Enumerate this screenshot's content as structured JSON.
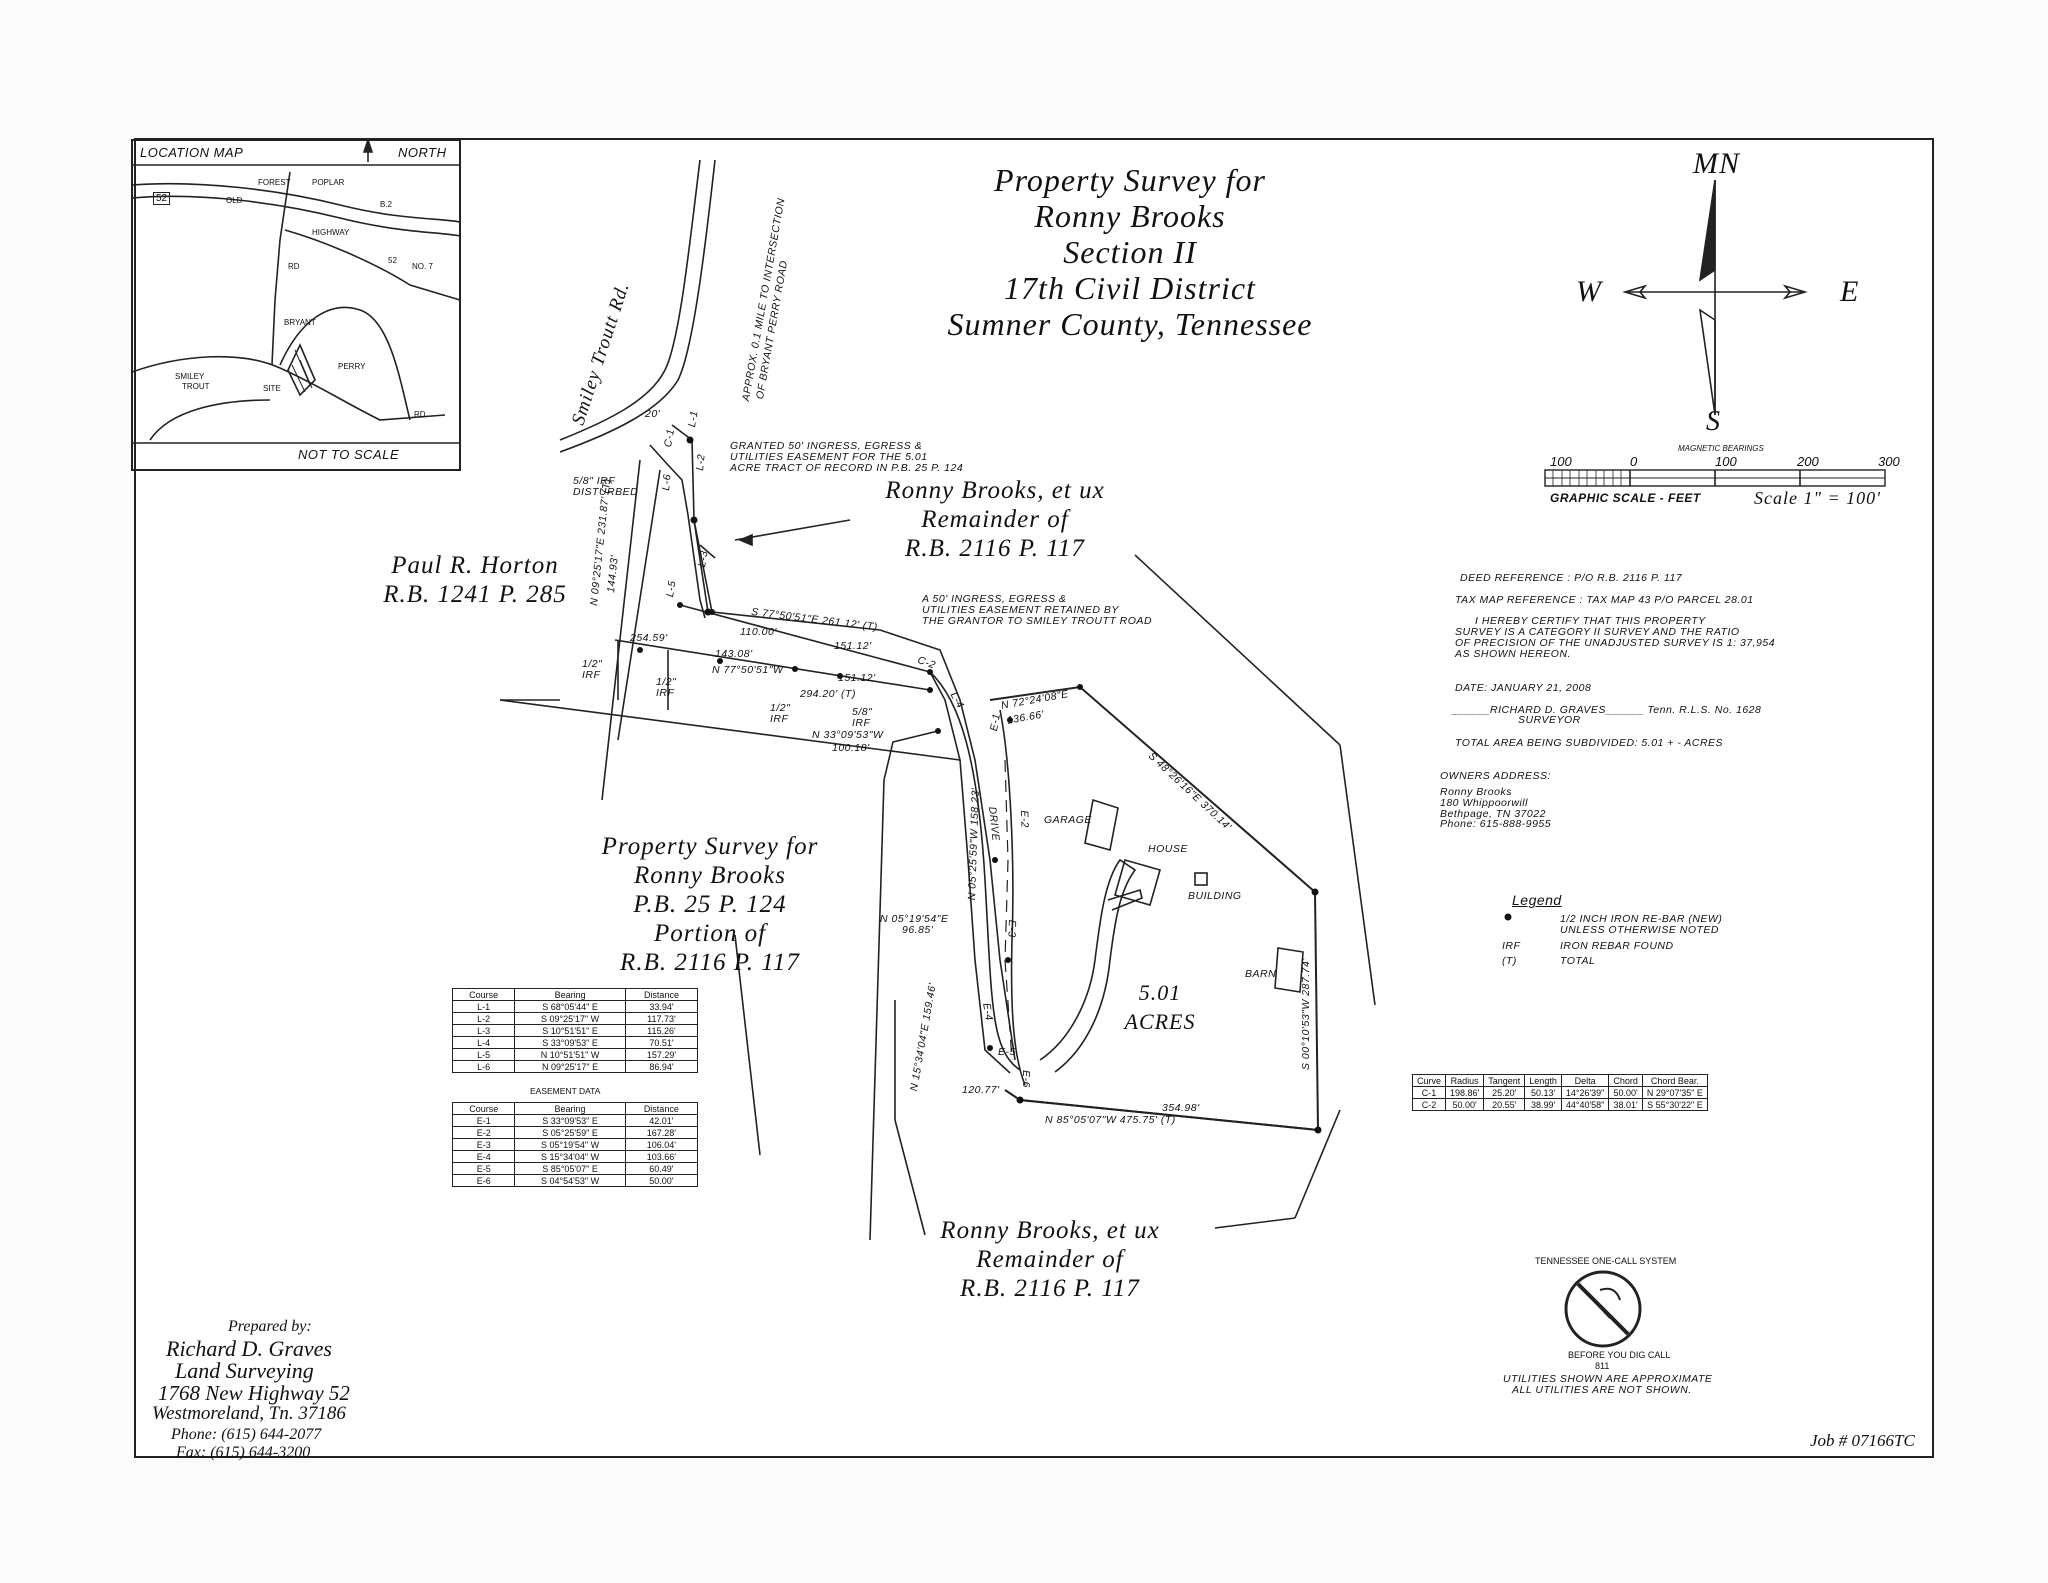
{
  "title": {
    "line1": "Property Survey for",
    "line2": "Ronny Brooks",
    "line3": "Section II",
    "line4": "17th Civil District",
    "line5": "Sumner County, Tennessee"
  },
  "location_map": {
    "heading": "LOCATION MAP",
    "north": "NORTH",
    "not_to_scale": "NOT TO SCALE",
    "labels": {
      "route": "52",
      "old": "OLD",
      "hwy": "HIGHWAY",
      "hwy_no": "52",
      "no7": "NO. 7",
      "b2": "B.2",
      "bryant": "BRYANT",
      "smiley": "SMILEY",
      "trout": "TROUT",
      "site": "SITE",
      "perry": "PERRY",
      "forest": "FOREST",
      "poplar": "POPLAR",
      "rd1": "RD",
      "rd2": "RD"
    }
  },
  "compass": {
    "mn": "MN",
    "w": "W",
    "e": "E",
    "s": "S",
    "magnetic": "MAGNETIC BEARINGS"
  },
  "scale": {
    "ticks": [
      "100",
      "0",
      "100",
      "200",
      "300"
    ],
    "graphic": "GRAPHIC SCALE - FEET",
    "ratio": "Scale 1\" = 100'"
  },
  "notes": {
    "deed_ref": "DEED REFERENCE :  P/O R.B. 2116 P. 117",
    "tax_map": "TAX MAP REFERENCE :  TAX MAP 43  P/O PARCEL 28.01",
    "certify1": "I HEREBY CERTIFY THAT THIS PROPERTY",
    "certify2": "SURVEY IS A CATEGORY  II  SURVEY AND THE RATIO",
    "certify3": "OF PRECISION OF THE UNADJUSTED SURVEY IS 1: 37,954",
    "certify4": "AS SHOWN HEREON.",
    "date": "DATE: JANUARY 21, 2008",
    "surveyor_line": "______RICHARD D. GRAVES______  Tenn. R.L.S. No. 1628",
    "surveyor_title": "SURVEYOR",
    "total_area": "TOTAL AREA BEING SUBDIVIDED:  5.01 + - ACRES",
    "owners_heading": "OWNERS ADDRESS:",
    "owner1": "Ronny Brooks",
    "owner2": "180 Whippoorwill",
    "owner3": "Bethpage, TN 37022",
    "owner4": "Phone: 615-888-9955"
  },
  "legend": {
    "heading": "Legend",
    "dot1": "1/2 INCH IRON RE-BAR (NEW)",
    "dot2": "UNLESS OTHERWISE NOTED",
    "irf_key": "IRF",
    "irf_val": "IRON REBAR FOUND",
    "t_key": "(T)",
    "t_val": "TOTAL"
  },
  "curve_table": {
    "headers": [
      "Curve",
      "Radius",
      "Tangent",
      "Length",
      "Delta",
      "Chord",
      "Chord Bear."
    ],
    "rows": [
      [
        "C-1",
        "198.86'",
        "25.20'",
        "50.13'",
        "14°26'39\"",
        "50.00'",
        "N 29°07'35\" E"
      ],
      [
        "C-2",
        "50.00'",
        "20.55'",
        "38.99'",
        "44°40'58\"",
        "38.01'",
        "S 55°30'22\" E"
      ]
    ]
  },
  "line_table": {
    "headers": [
      "Course",
      "Bearing",
      "Distance"
    ],
    "rows": [
      [
        "L-1",
        "S 68°05'44\" E",
        "33.94'"
      ],
      [
        "L-2",
        "S 09°25'17\" W",
        "117.73'"
      ],
      [
        "L-3",
        "S 10°51'51\" E",
        "115.26'"
      ],
      [
        "L-4",
        "S 33°09'53\" E",
        "70.51'"
      ],
      [
        "L-5",
        "N 10°51'51\" W",
        "157.29'"
      ],
      [
        "L-6",
        "N 09°25'17\" E",
        "86.94'"
      ]
    ]
  },
  "easement_table": {
    "caption": "EASEMENT DATA",
    "headers": [
      "Course",
      "Bearing",
      "Distance"
    ],
    "rows": [
      [
        "E-1",
        "S 33°09'53\" E",
        "42.01'"
      ],
      [
        "E-2",
        "S 05°25'59\" E",
        "167.28'"
      ],
      [
        "E-3",
        "S 05°19'54\" W",
        "106.04'"
      ],
      [
        "E-4",
        "S 15°34'04\" W",
        "103.66'"
      ],
      [
        "E-5",
        "S 85°05'07\" E",
        "60.49'"
      ],
      [
        "E-6",
        "S 04°54'53\" W",
        "50.00'"
      ]
    ]
  },
  "map_labels": {
    "road": "Smiley Troutt Rd.",
    "approx1": "APPROX. 0.1 MILE TO INTERSECTION",
    "approx2": "OF BRYANT PERRY ROAD",
    "granted1": "GRANTED 50' INGRESS, EGRESS &",
    "granted2": "UTILITIES EASEMENT FOR THE 5.01",
    "granted3": "ACRE TRACT OF RECORD IN P.B. 25 P. 124",
    "retained1": "A 50' INGRESS, EGRESS &",
    "retained2": "UTILITIES EASEMENT RETAINED BY",
    "retained3": "THE GRANTOR TO SMILEY TROUTT ROAD",
    "rb_top1": "Ronny Brooks, et ux",
    "rb_top2": "Remainder of",
    "rb_top3": "R.B. 2116 P. 117",
    "horton1": "Paul R. Horton",
    "horton2": "R.B. 1241 P. 285",
    "ps1": "Property Survey for",
    "ps2": "Ronny Brooks",
    "ps3": "P.B. 25 P. 124",
    "ps4": "Portion of",
    "ps5": "R.B. 2116 P. 117",
    "rb_bot1": "Ronny Brooks, et ux",
    "rb_bot2": "Remainder of",
    "rb_bot3": "R.B. 2116 P. 117",
    "acres1": "5.01",
    "acres2": "ACRES",
    "garage": "GARAGE",
    "house": "HOUSE",
    "building": "BUILDING",
    "barn": "BARN",
    "drive": "DRIVE",
    "irf_dist1": "5/8\" IRF",
    "irf_dist2": "DISTURBED",
    "irf_a": "1/2\"",
    "irf_a2": "IRF",
    "irf_b": "1/2\"",
    "irf_b2": "IRF",
    "irf_c": "1/2\"",
    "irf_c2": "IRF",
    "irf_d": "5/8\"",
    "irf_d2": "IRF",
    "b_s77": "S 77°50'51\"E  261.12' (T)",
    "b_11000": "110.00'",
    "b_15112a": "151.12'",
    "b_14308": "143.08'",
    "b_15112b": "151.12'",
    "b_n77": "N 77°50'51\"W",
    "b_29420": "294.20' (T)",
    "b_25459": "254.59'",
    "b_n09": "N 09°25'17\"E 231.87' (T)",
    "b_14493": "144.93'",
    "b_n33": "N 33°09'53\"W",
    "b_10018": "100.18'",
    "b_n72": "N 72°24'08\"E",
    "b_13666": "136.66'",
    "b_s48": "S 48°26'16\"E 370.14'",
    "b_n05": "N 05°25'59\"W 158.23'",
    "b_n0519": "N 05°19'54\"E",
    "b_9685": "96.85'",
    "b_n15": "N 15°34'04\"E 159.46'",
    "b_12077": "120.77'",
    "b_35498": "354.98'",
    "b_n85": "N 85°05'07\"W 475.75' (T)",
    "b_s00": "S 00°10'53\"W 287.74'",
    "l1": "L-1",
    "l2": "L-2",
    "l3": "L-3",
    "l4": "L-4",
    "l5": "L-5",
    "l6": "L-6",
    "c1": "C-1",
    "c2": "C-2",
    "e1": "E-1",
    "e2": "E-2",
    "e3": "E-3",
    "e4": "E-4",
    "e5": "E-5",
    "e6": "E-6",
    "t20": "20'"
  },
  "one_call": {
    "title": "TENNESSEE ONE-CALL SYSTEM",
    "before": "BEFORE YOU DIG CALL",
    "num": "811",
    "util1": "UTILITIES SHOWN ARE APPROXIMATE",
    "util2": "ALL UTILITIES ARE NOT SHOWN."
  },
  "prepared": {
    "by": "Prepared by:",
    "name": "Richard D. Graves",
    "firm": "Land Surveying",
    "addr1": "1768 New Highway 52",
    "addr2": "Westmoreland, Tn. 37186",
    "phone": "Phone:  (615) 644-2077",
    "fax": "Fax:  (615) 644-3200"
  },
  "job": "Job # 07166TC"
}
